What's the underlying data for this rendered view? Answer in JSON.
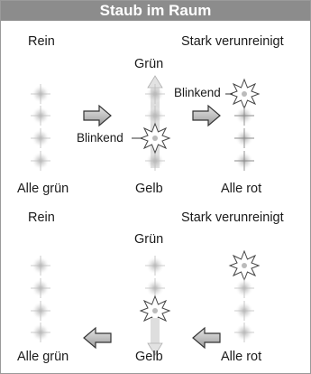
{
  "title": "Staub im Raum",
  "top": {
    "left_label": "Rein",
    "right_label": "Stark verunreinigt",
    "middle_label": "Grün",
    "blink_label_right": "Blinkend",
    "blink_label_middle": "Blinkend",
    "state_all_green": "Alle grün",
    "state_yellow": "Gelb",
    "state_all_red": "Alle rot"
  },
  "bottom": {
    "left_label": "Rein",
    "right_label": "Stark verunreinigt",
    "middle_label": "Grün",
    "state_all_green": "Alle grün",
    "state_yellow": "Gelb",
    "state_all_red": "Alle rot"
  }
}
